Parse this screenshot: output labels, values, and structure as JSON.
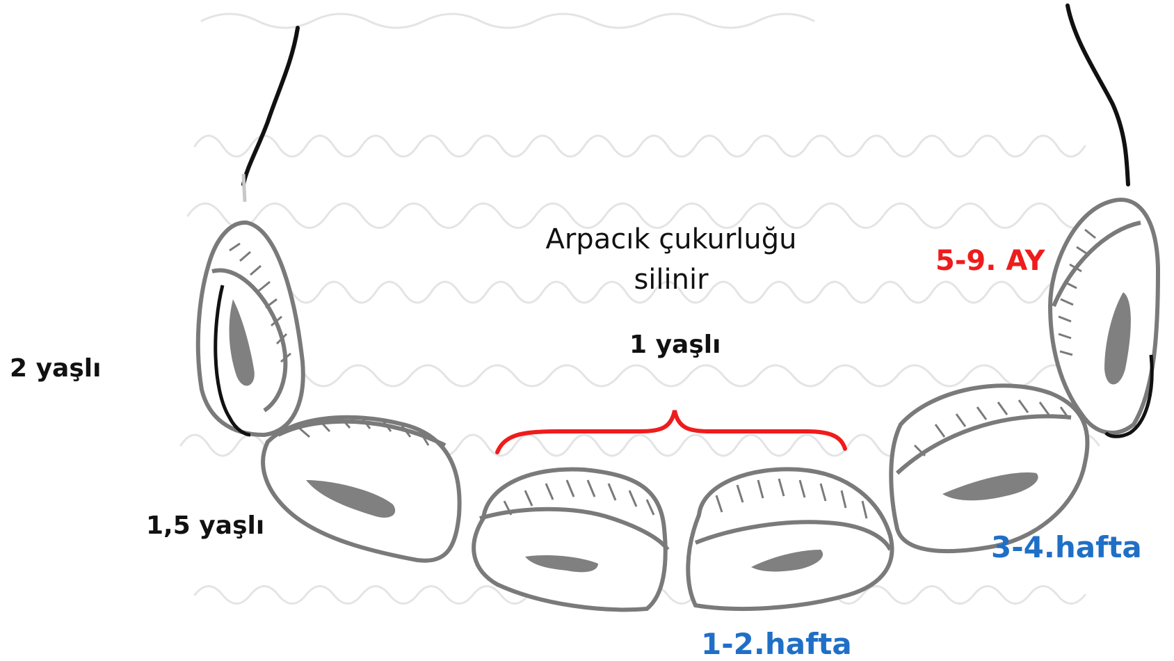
{
  "title_line1": "Arpacık çukurluğu",
  "title_line2": "silinir",
  "labels": {
    "one_year": "1 yaşlı",
    "two_year": "2 yaşlı",
    "one_half_year": "1,5 yaşlı",
    "five_nine_months": "5-9. AY",
    "three_four_weeks": "3-4.hafta",
    "one_two_weeks": "1-2.hafta"
  },
  "colors": {
    "black_label": "#111111",
    "blue_label": "#1f6fc6",
    "red_label": "#ee1c1c",
    "tooth_outline": "#7a7a7a",
    "tooth_mark": "#808080",
    "jaw_line": "#111111",
    "bracket": "#ee1c1c",
    "background_ghost_text": "#e2e2e2"
  },
  "icons": {
    "teeth": "incisor-tooth-outline",
    "bracket": "curly-brace"
  }
}
